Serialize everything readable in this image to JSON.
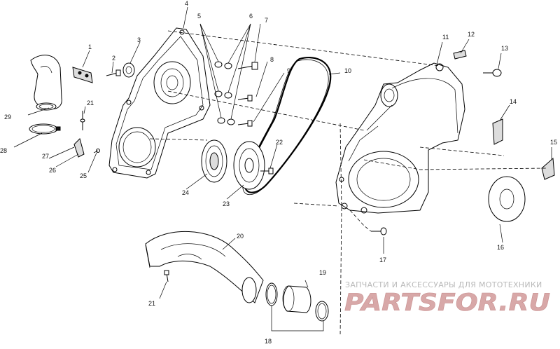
{
  "diagram": {
    "callouts": {
      "c1": "1",
      "c2": "2",
      "c3": "3",
      "c4": "4",
      "c5": "5",
      "c6": "6",
      "c7": "7",
      "c8": "8",
      "c9": "9",
      "c10": "10",
      "c11": "11",
      "c12": "12",
      "c13": "13",
      "c14": "14",
      "c15": "15",
      "c16": "16",
      "c17": "17",
      "c18": "18",
      "c19": "19",
      "c20": "20",
      "c21a": "21",
      "c21b": "21",
      "c22": "22",
      "c23": "23",
      "c24": "24",
      "c25": "25",
      "c26": "26",
      "c27": "27",
      "c28": "28",
      "c29": "29"
    }
  },
  "watermark": {
    "caption": "ЗАПЧАСТИ И АКСЕССУАРЫ ДЛЯ МОТОТЕХНИКИ",
    "logo_text": "PARTSFOR.RU",
    "color": "#d8a8a8"
  }
}
